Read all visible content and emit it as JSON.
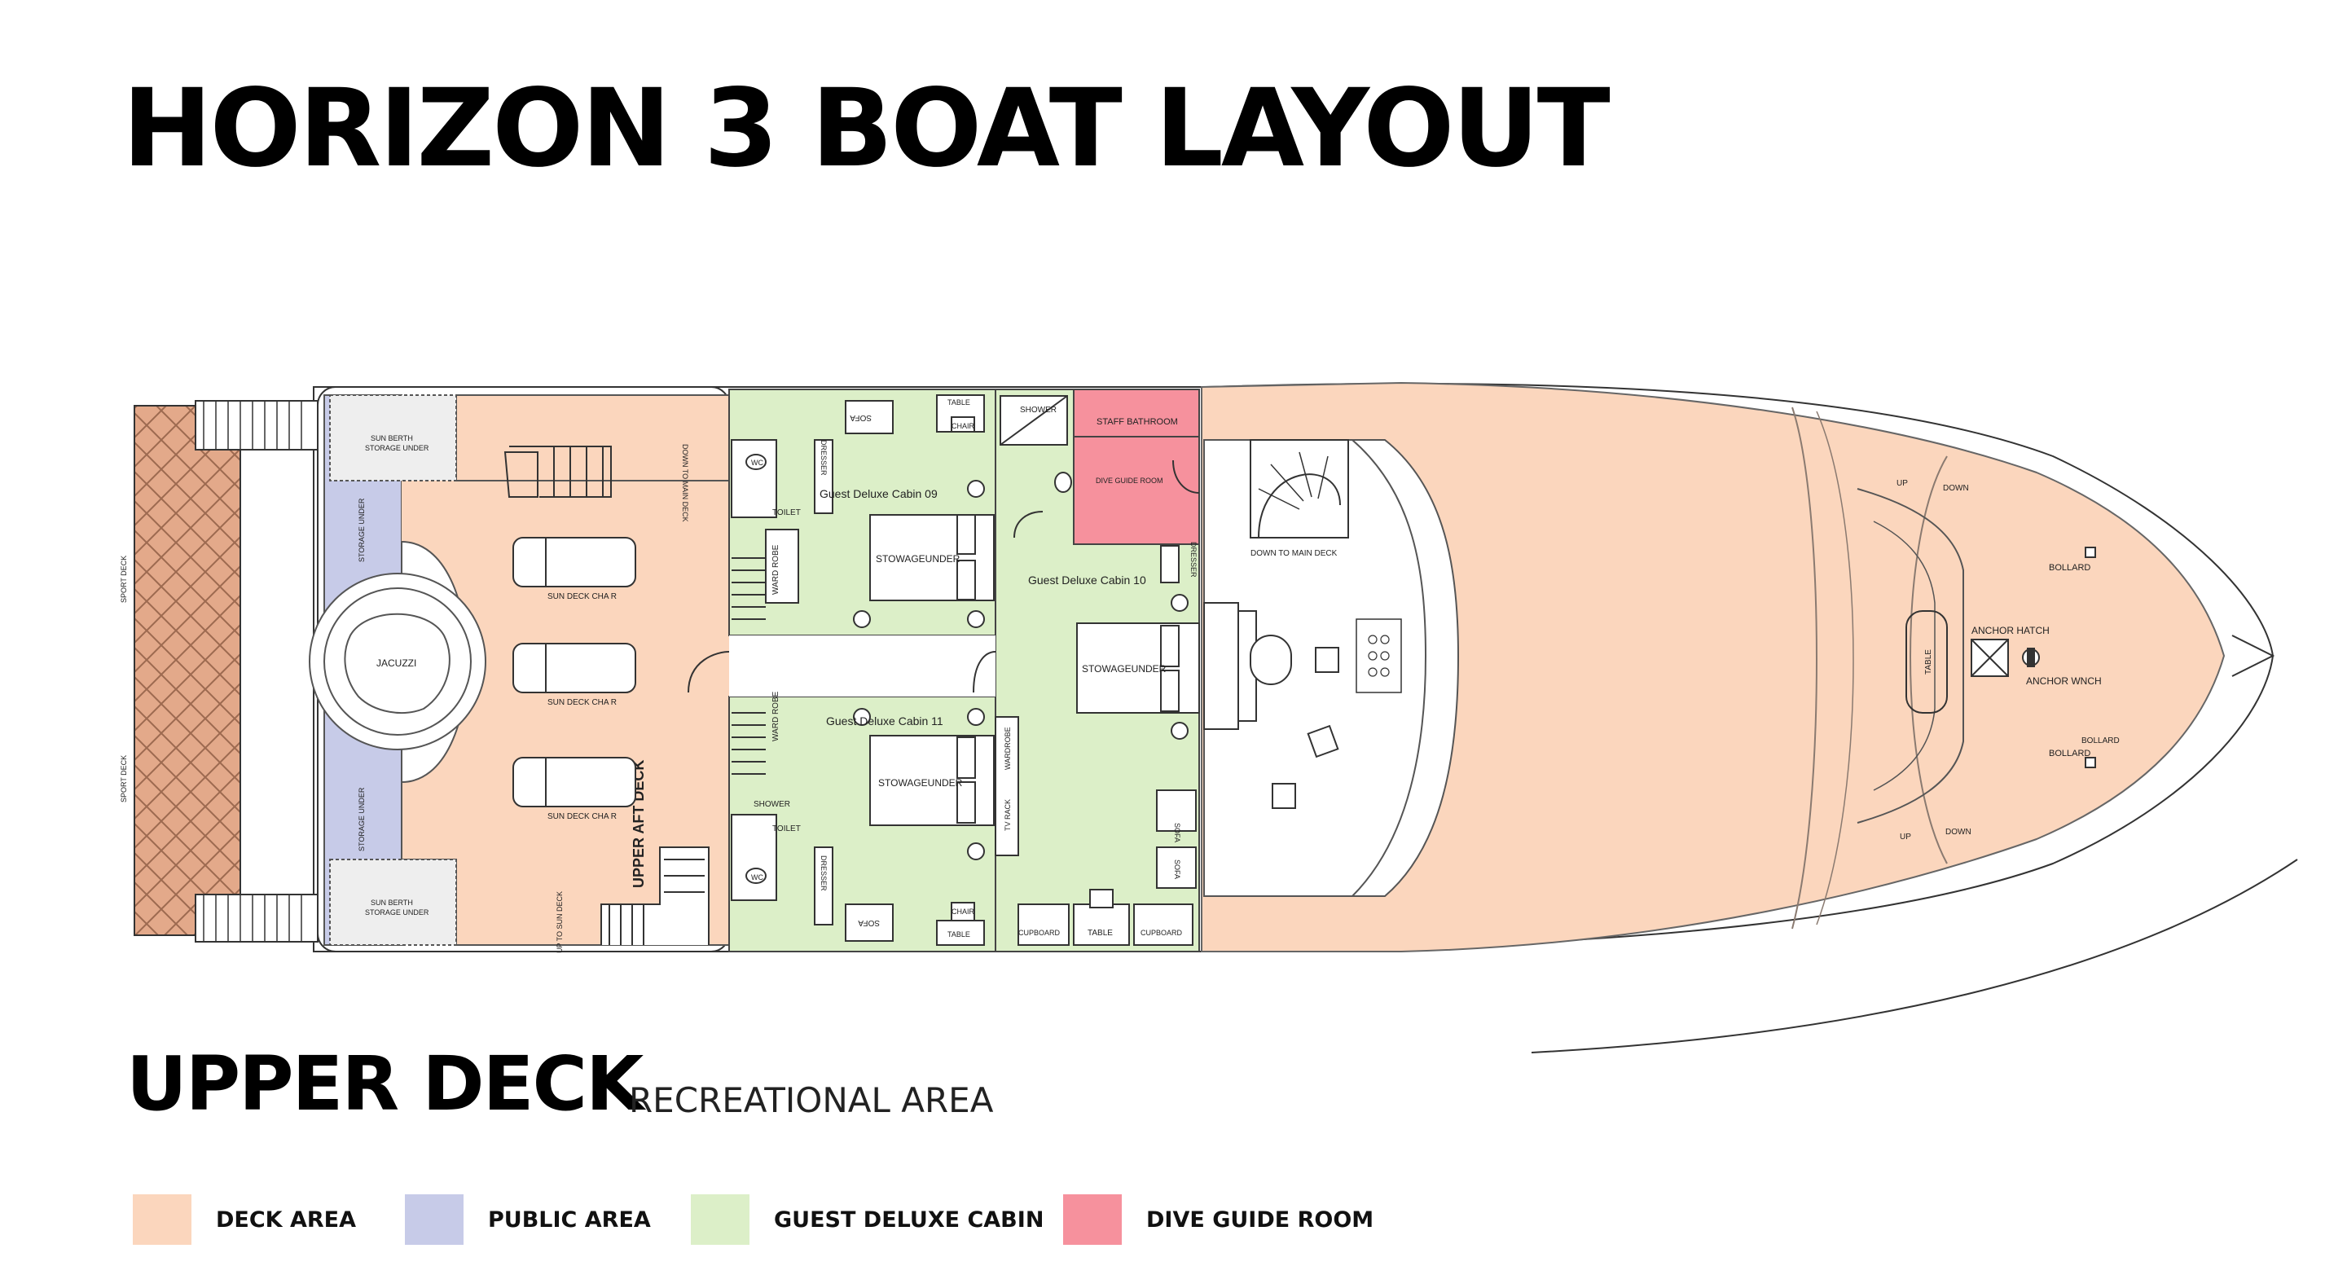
{
  "title": "HORIZON 3 BOAT LAYOUT",
  "deck": {
    "name": "UPPER DECK",
    "subtitle": "RECREATIONAL AREA"
  },
  "colors": {
    "deck": "#fbd6bd",
    "public": "#c7cbe8",
    "cabin": "#dcefc8",
    "dive": "#f6919d",
    "tiles": "#e3a98a"
  },
  "legend": [
    {
      "label": "DECK AREA",
      "color": "#fbd6bd"
    },
    {
      "label": "PUBLIC AREA",
      "color": "#c7cbe8"
    },
    {
      "label": "GUEST DELUXE CABIN",
      "color": "#dcefc8"
    },
    {
      "label": "DIVE GUIDE ROOM",
      "color": "#f6919d"
    }
  ],
  "plan": {
    "sport_deck": "SPORT DECK",
    "sun_berth": "SUN BERTH",
    "storage_under": "STORAGE UNDER",
    "stowage_under": "STOWAGEUNDER",
    "jacuzzi": "JACUZZI",
    "sun_deck_chair": "SUN DECK CHA R",
    "down_to_main": "DOWN TO MAIN DECK",
    "upper_aft_deck": "UPPER AFT DECK",
    "up_to_sun_deck": "UP TO SUN DECK",
    "cabin09": "Guest Deluxe Cabin 09",
    "cabin10": "Guest Deluxe Cabin 10",
    "cabin11": "Guest Deluxe Cabin 11",
    "sofa": "SOFA",
    "table": "TABLE",
    "chair": "CHAIR",
    "dresser": "DRESSER",
    "toilet": "TOILET",
    "shower": "SHOWER",
    "wardrobe": "WARDROBE",
    "ward_robe": "WARD ROBE",
    "wc": "WC",
    "tv_rack": "TV RACK",
    "cupboard": "CUPBOARD",
    "staff_bathroom": "STAFF BATHROOM",
    "dive_guide_room": "DIVE GUIDE ROOM",
    "anchor_hatch": "ANCHOR HATCH",
    "anchor_winch": "ANCHOR WNCH",
    "bollard": "BOLLARD",
    "up": "UP",
    "down": "DOWN"
  }
}
